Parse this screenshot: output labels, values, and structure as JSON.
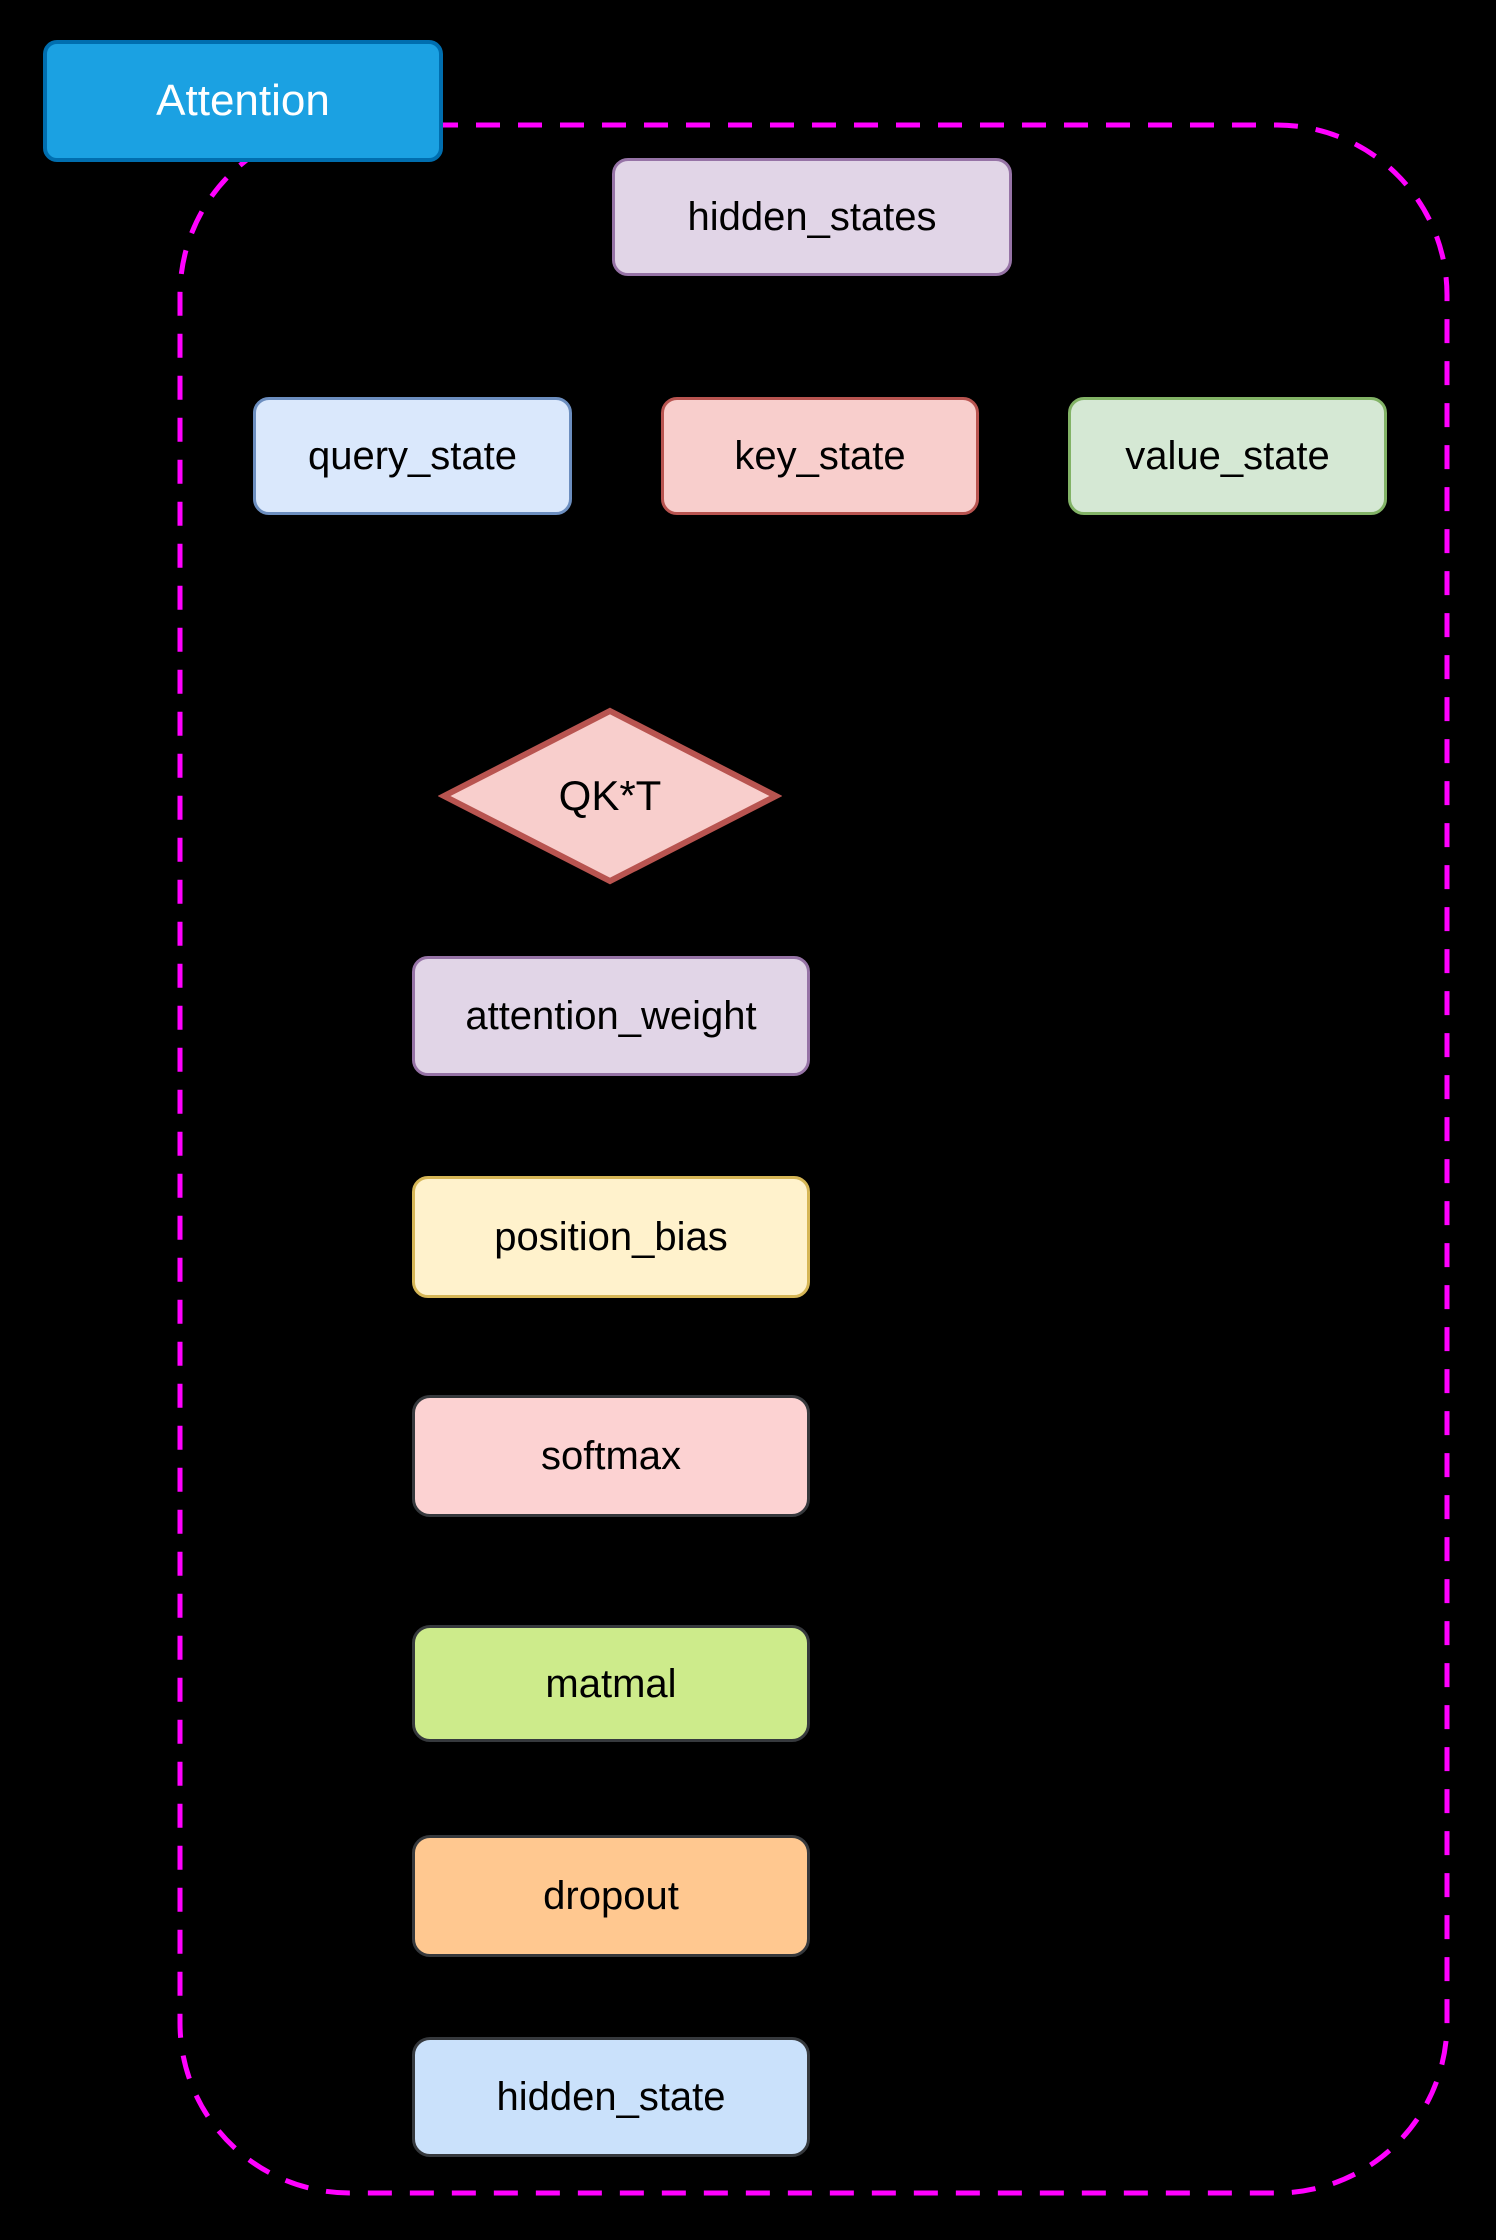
{
  "diagram": {
    "title": {
      "label": "Attention",
      "fill": "#1ba1e2",
      "stroke": "#006eaf",
      "text_color": "#ffffff"
    },
    "container": {
      "border_color": "#ff00ff",
      "border_style": "dashed"
    },
    "nodes": {
      "hidden_states": {
        "label": "hidden_states",
        "fill": "#e1d5e7",
        "stroke": "#9673a6"
      },
      "query_state": {
        "label": "query_state",
        "fill": "#dae8fc",
        "stroke": "#6c8ebf"
      },
      "key_state": {
        "label": "key_state",
        "fill": "#f8cecc",
        "stroke": "#b85450"
      },
      "value_state": {
        "label": "value_state",
        "fill": "#d5e8d4",
        "stroke": "#82b366"
      },
      "qkt": {
        "label": "QK*T",
        "fill": "#f8cecc",
        "stroke": "#b85450"
      },
      "attention_weight": {
        "label": "attention_weight",
        "fill": "#e1d5e7",
        "stroke": "#9673a6"
      },
      "position_bias": {
        "label": "position_bias",
        "fill": "#fff2cc",
        "stroke": "#d6b656"
      },
      "softmax": {
        "label": "softmax",
        "fill": "#fcd2d2",
        "stroke": "#36393d"
      },
      "matmal": {
        "label": "matmal",
        "fill": "#cdeb8b",
        "stroke": "#36393d"
      },
      "dropout": {
        "label": "dropout",
        "fill": "#ffc890",
        "stroke": "#36393d"
      },
      "hidden_state": {
        "label": "hidden_state",
        "fill": "#cae1fb",
        "stroke": "#36393d"
      }
    }
  }
}
